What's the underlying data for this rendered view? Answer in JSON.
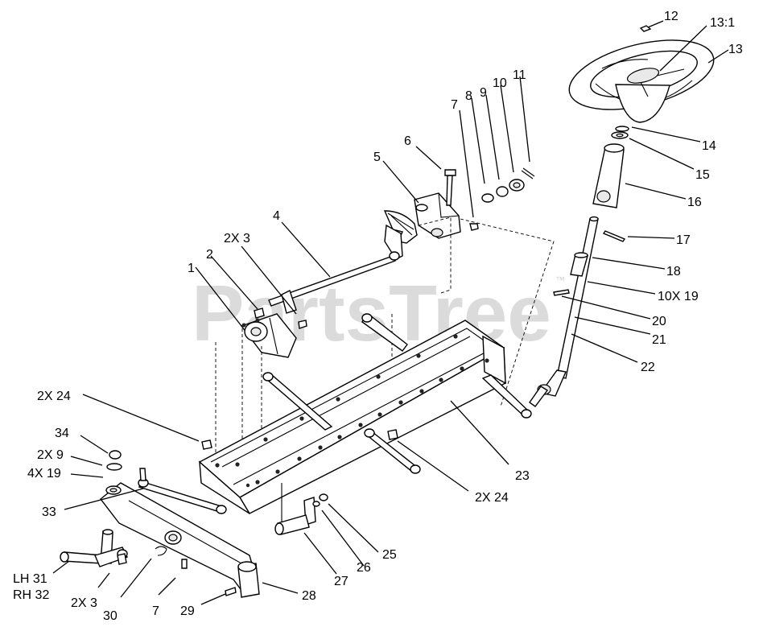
{
  "watermark": {
    "text": "PartsTree",
    "mark": "™"
  },
  "callouts": {
    "c1": "1",
    "c2": "2",
    "c2x3_top": "2X 3",
    "c4": "4",
    "c5": "5",
    "c6": "6",
    "c7_top": "7",
    "c8": "8",
    "c9": "9",
    "c10": "10",
    "c11": "11",
    "c12": "12",
    "c13_1": "13:1",
    "c13": "13",
    "c14": "14",
    "c15": "15",
    "c16": "16",
    "c17": "17",
    "c18": "18",
    "c10x19": "10X 19",
    "c20": "20",
    "c21": "21",
    "c22": "22",
    "c23": "23",
    "c2x24_left": "2X 24",
    "c2x24_bottom": "2X 24",
    "c34": "34",
    "c2x9": "2X 9",
    "c4x19": "4X 19",
    "c33": "33",
    "c25": "25",
    "c26": "26",
    "c27": "27",
    "c28": "28",
    "c29": "29",
    "c7_bottom": "7",
    "c30": "30",
    "c2x3_bottom": "2X 3",
    "lh31": "LH 31",
    "rh32": "RH 32"
  }
}
